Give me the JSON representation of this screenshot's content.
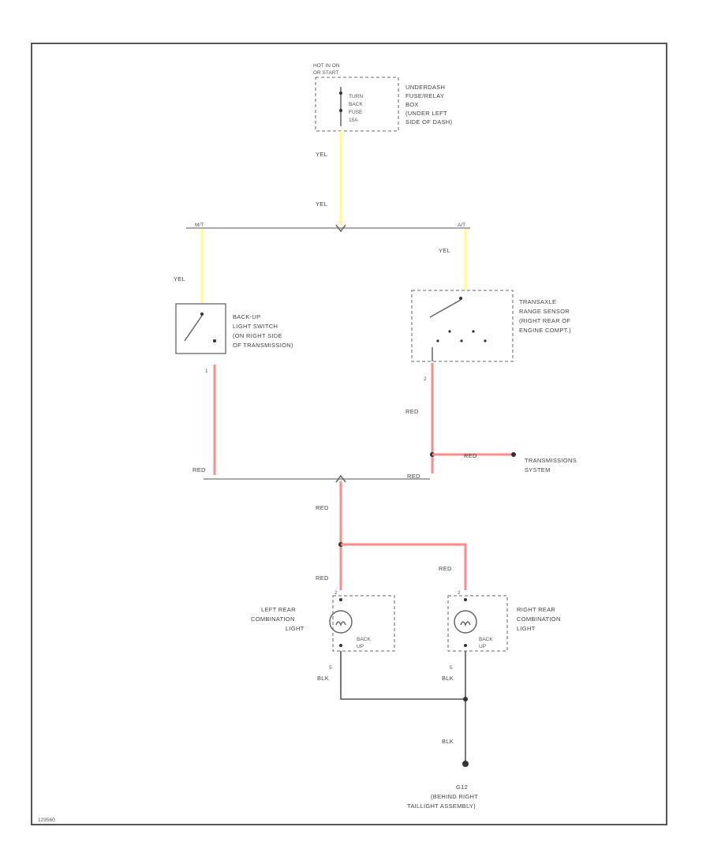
{
  "diagram": {
    "fig_id": "129560",
    "colors": {
      "yel": "#ffff88",
      "red": "#ff8a8a",
      "blk": "#555555",
      "bus": "#aaaaaa"
    },
    "power_source": {
      "hot_label_1": "HOT IN ON",
      "hot_label_2": "OR START",
      "fuse_lines": [
        "TURN",
        "BACK",
        "FUSE",
        "15A"
      ],
      "box_lines": [
        "UNDERDASH",
        "FUSE/RELAY",
        "BOX",
        "(UNDER LEFT",
        "SIDE OF DASH)"
      ]
    },
    "wires": {
      "yel_1": "YEL",
      "yel_2": "YEL",
      "yel_left": "YEL",
      "yel_right": "YEL",
      "red_left": "RED",
      "red_right": "RED",
      "red_to_tx": "RED",
      "red_bus_left": "RED",
      "red_bus_right": "RED",
      "red_down": "RED",
      "red_lamp_left": "RED",
      "red_lamp_right": "RED",
      "blk_left": "BLK",
      "blk_right": "BLK",
      "blk_ground": "BLK"
    },
    "bus_labels": {
      "left": "M/T",
      "right": "A/T"
    },
    "backup_switch": {
      "lines": [
        "BACK-UP",
        "LIGHT SWITCH",
        "(ON RIGHT SIDE",
        "OF TRANSMISSION)"
      ],
      "pin": "1"
    },
    "range_sensor": {
      "lines": [
        "TRANSAXLE",
        "RANGE SENSOR",
        "(RIGHT REAR OF",
        "ENGINE COMPT.)"
      ],
      "pin": "2"
    },
    "transmission": {
      "lines": [
        "TRANSMISSIONS",
        "SYSTEM"
      ]
    },
    "left_lamp": {
      "lines": [
        "LEFT REAR",
        "COMBINATION",
        "LIGHT"
      ],
      "inner": [
        "BACK",
        "UP"
      ],
      "pin_top": "2",
      "pin_bottom": "5"
    },
    "right_lamp": {
      "lines": [
        "RIGHT REAR",
        "COMBINATION",
        "LIGHT"
      ],
      "inner": [
        "BACK",
        "UP"
      ],
      "pin_top": "2",
      "pin_bottom": "5"
    },
    "ground": {
      "lines": [
        "G12",
        "(BEHIND RIGHT",
        "TAILLIGHT ASSEMBLY)"
      ]
    }
  }
}
